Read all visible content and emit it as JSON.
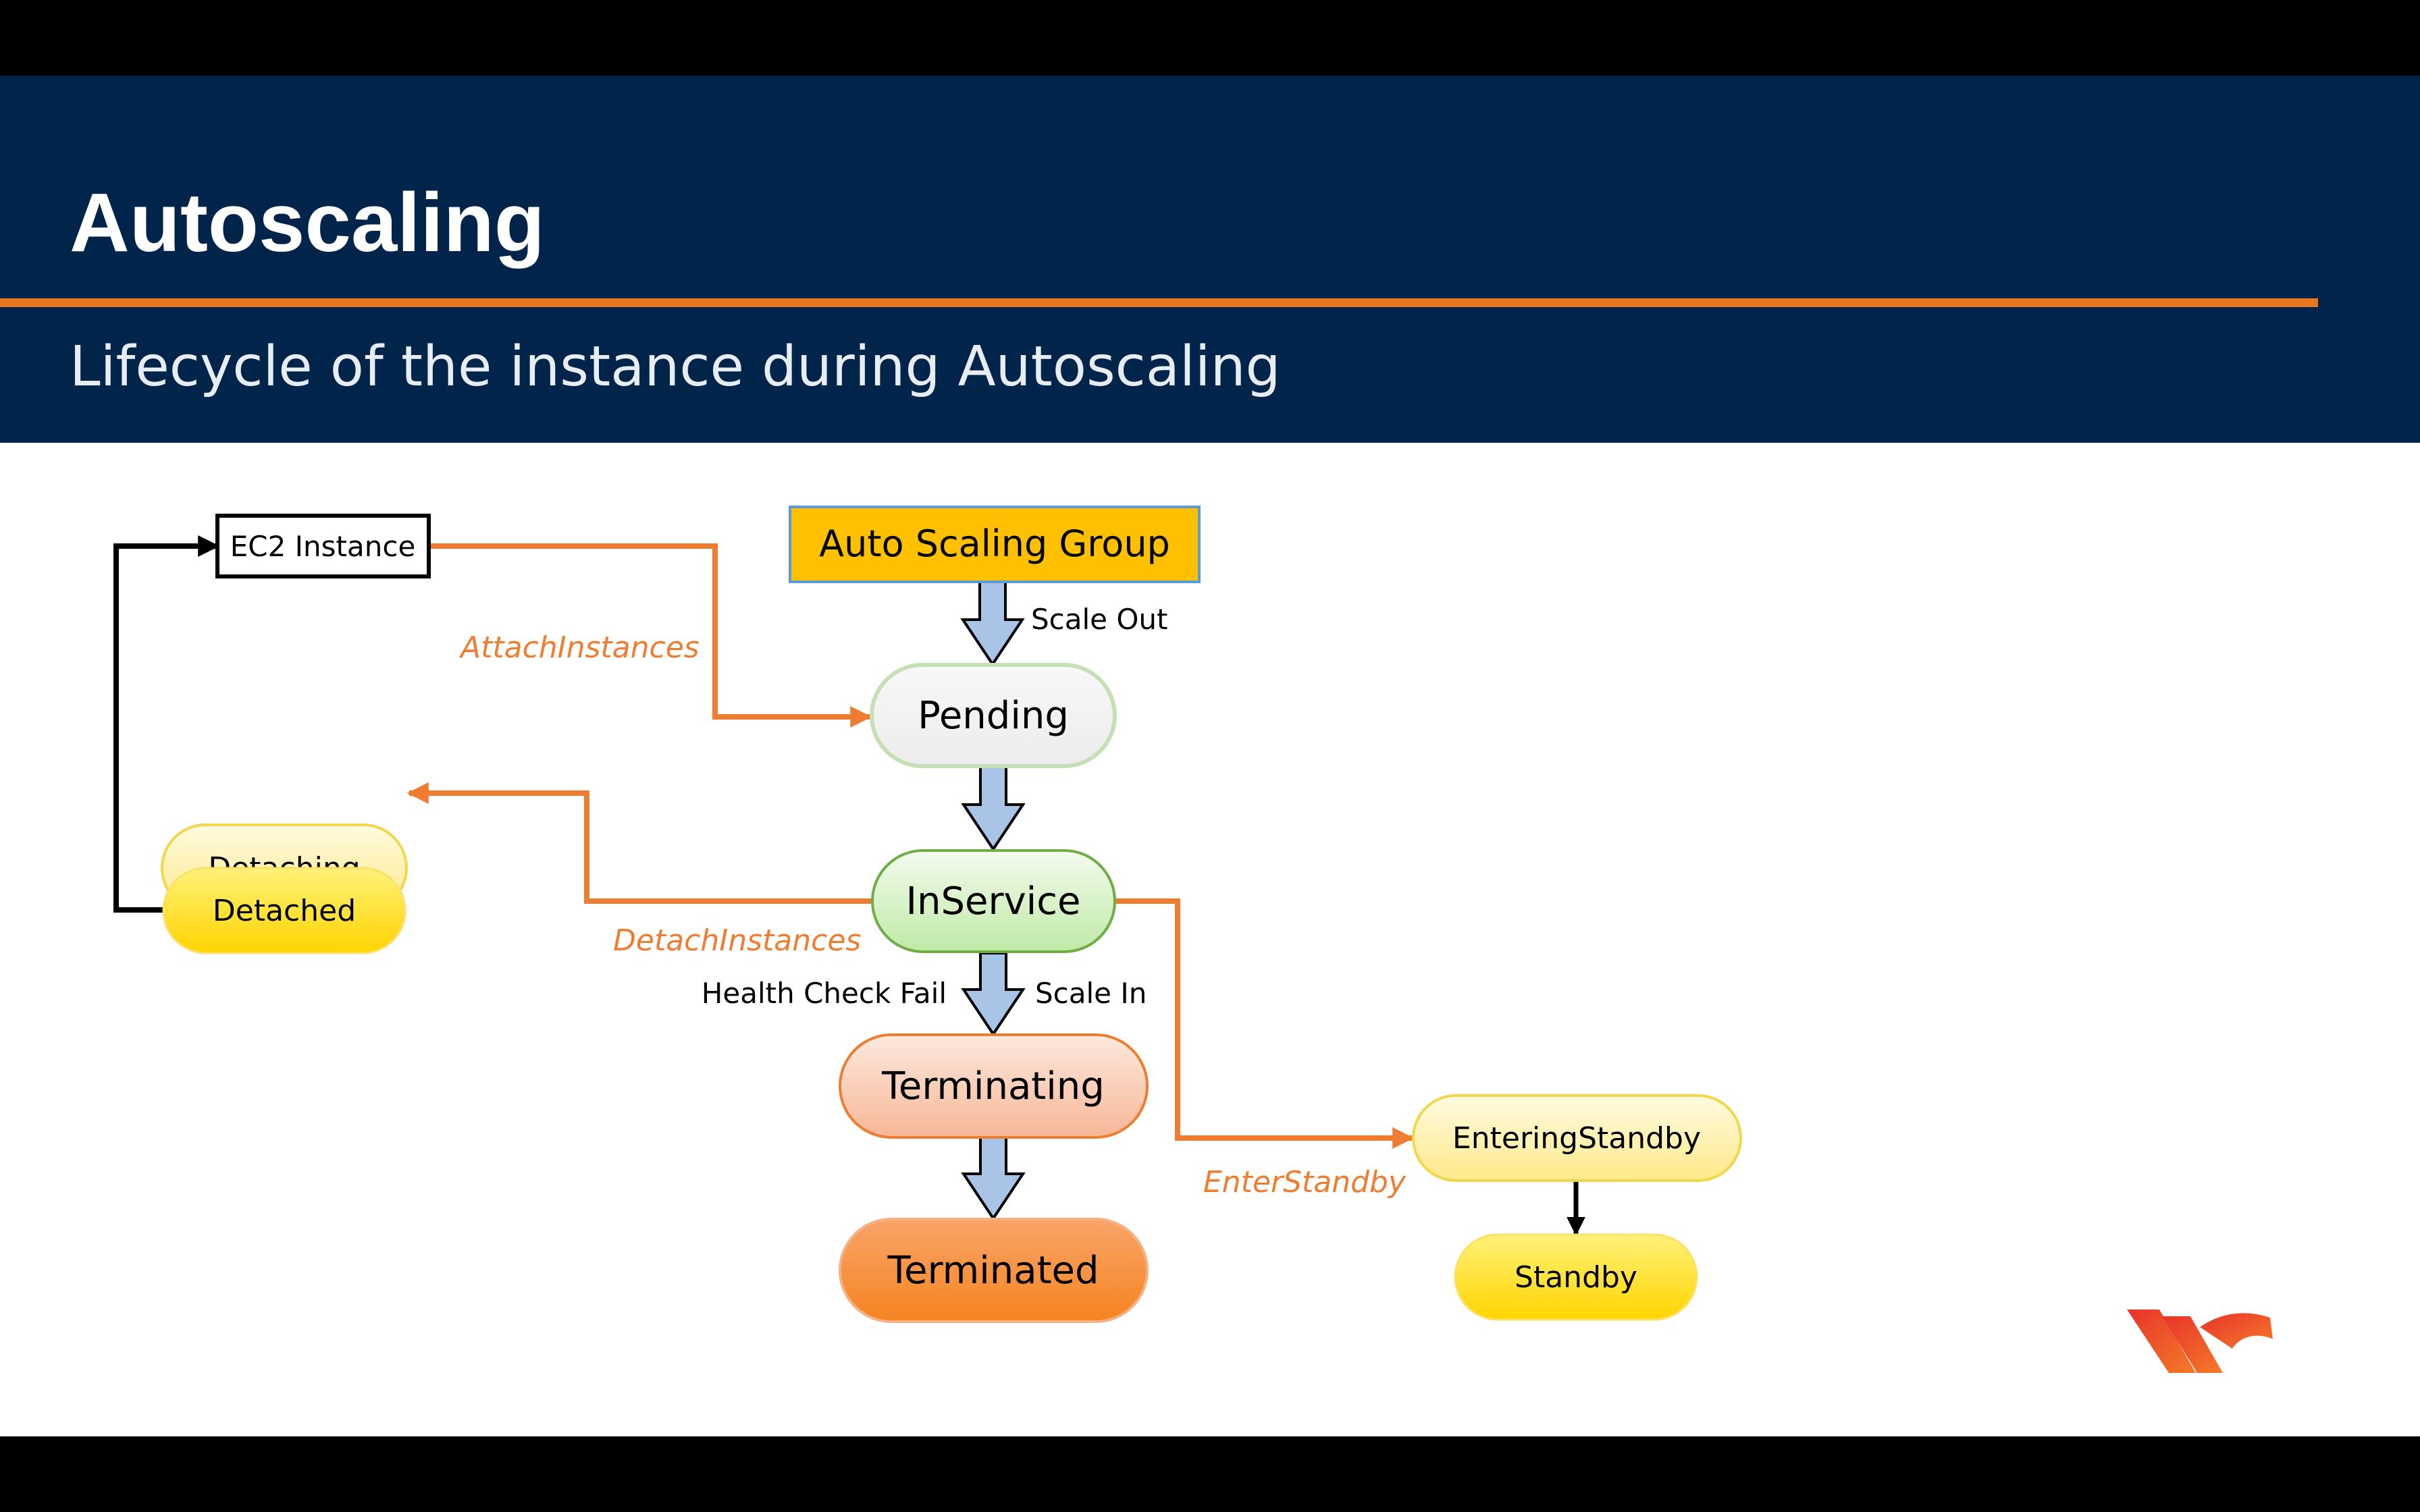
{
  "slide": {
    "title": "Autoscaling",
    "subtitle": "Lifecycle of the instance during Autoscaling"
  },
  "diagram": {
    "nodes": {
      "ec2_instance": "EC2 Instance",
      "auto_scaling_group": "Auto Scaling Group",
      "pending": "Pending",
      "inservice": "InService",
      "terminating": "Terminating",
      "terminated": "Terminated",
      "detaching": "Detaching",
      "detached": "Detached",
      "entering_standby": "EnteringStandby",
      "standby": "Standby"
    },
    "edge_labels": {
      "scale_out": "Scale Out",
      "attach_instances": "AttachInstances",
      "detach_instances": "DetachInstances",
      "health_check_fail": "Health Check Fail",
      "scale_in": "Scale In",
      "enter_standby": "EnterStandby"
    },
    "colors": {
      "header_bg": "#00244a",
      "accent_orange": "#e87722",
      "asg_fill": "#ffc000",
      "asg_border": "#5b9bd5",
      "big_arrow_fill": "#a9c4e6"
    }
  },
  "logo": {
    "icon": "brand-logo-icon"
  }
}
